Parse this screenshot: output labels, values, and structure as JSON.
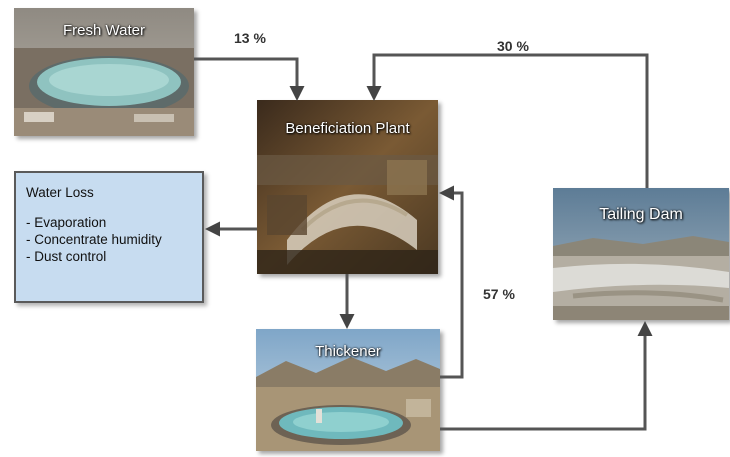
{
  "nodes": {
    "fresh_water": "Fresh Water",
    "beneficiation_plant": "Beneficiation Plant",
    "thickener": "Thickener",
    "tailing_dam": "Tailing Dam"
  },
  "water_loss": {
    "title": "Water Loss",
    "items": [
      "- Evaporation",
      "- Concentrate humidity",
      "- Dust control"
    ]
  },
  "flows": {
    "fresh_to_plant": "13 %",
    "dam_to_plant": "30 %",
    "thickener_to_plant": "57 %"
  },
  "colors": {
    "arrow": "#555555",
    "loss_box": "#c7dcf0"
  }
}
